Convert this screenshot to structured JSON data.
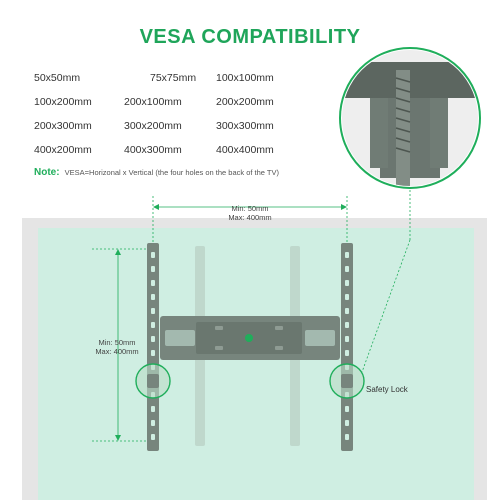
{
  "title": "VESA COMPATIBILITY",
  "vesa_sizes": [
    [
      "50x50mm",
      "75x75mm",
      "100x100mm"
    ],
    [
      "100x200mm",
      "200x100mm",
      "200x200mm"
    ],
    [
      "200x300mm",
      "300x200mm",
      "300x300mm"
    ],
    [
      "400x200mm",
      "400x300mm",
      "400x400mm"
    ]
  ],
  "note": {
    "label": "Note:",
    "text": "VESA=Horizonal x Vertical (the four holes on the back of the TV)"
  },
  "horizontal_range": {
    "min": "Min: 50mm",
    "max": "Max: 400mm"
  },
  "vertical_range": {
    "min": "Min: 50mm",
    "max": "Max: 400mm"
  },
  "safety_lock_label": "Safety Lock",
  "colors": {
    "accent": "#1fae5b",
    "title": "#1fa55a",
    "tv_frame": "#e5e5e5",
    "screen": "#cfeee2",
    "bracket": "#77857d",
    "bracket_faded": "#bfd8cc"
  }
}
